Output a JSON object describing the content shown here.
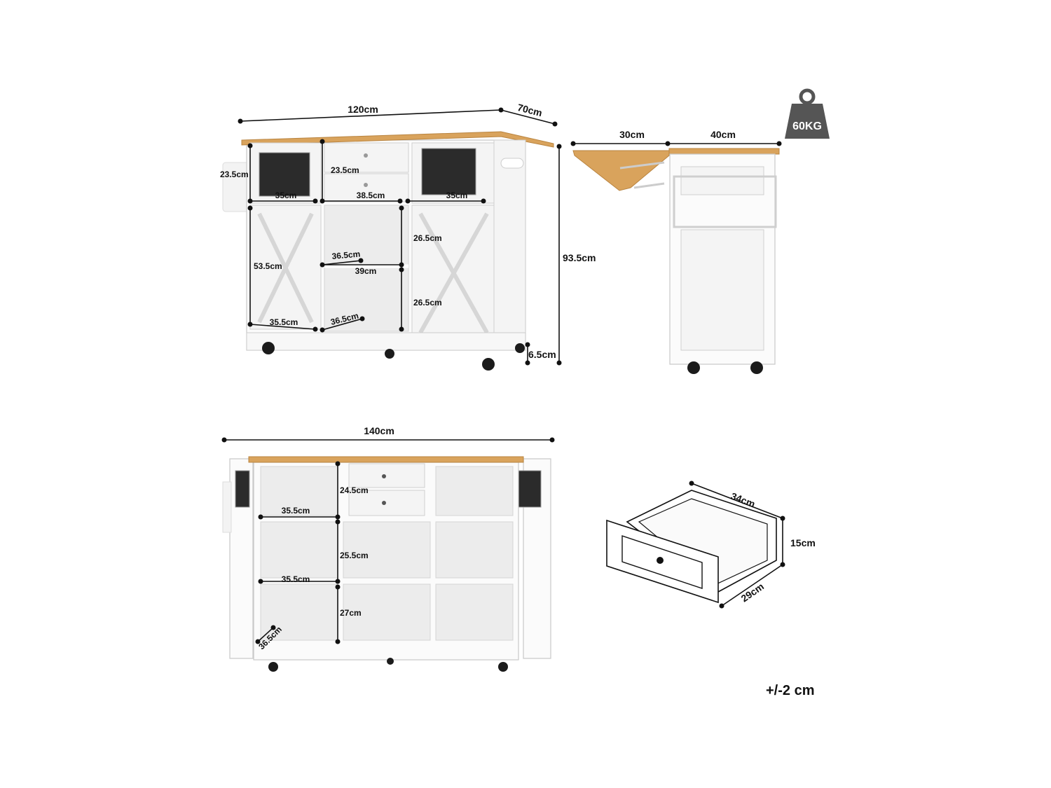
{
  "front_view": {
    "width": "120cm",
    "depth": "70cm",
    "height": "93.5cm",
    "top_cabinet_height": "23.5cm",
    "drawer_height": "23.5cm",
    "top_left_width": "35cm",
    "drawer_width": "38.5cm",
    "top_right_width": "35cm",
    "right_upper_height": "26.5cm",
    "shelf_depth_upper": "36.5cm",
    "shelf_width": "39cm",
    "left_door_height": "53.5cm",
    "right_lower_height": "26.5cm",
    "left_door_width": "35.5cm",
    "shelf_depth_lower": "36.5cm",
    "wheel_height": "6.5cm"
  },
  "side_view": {
    "flap_width": "30cm",
    "body_depth": "40cm"
  },
  "weight_badge": {
    "icon": "weight-icon",
    "label": "60KG",
    "color": "#555555"
  },
  "open_view": {
    "extended_width": "140cm",
    "drawer_height": "24.5cm",
    "upper_shelf_width": "35.5cm",
    "middle_height": "25.5cm",
    "lower_shelf_width": "35.5cm",
    "lower_height": "27cm",
    "depth": "36.5cm"
  },
  "drawer_view": {
    "depth": "34cm",
    "height": "15cm",
    "width": "29cm"
  },
  "tolerance": "+/-2 cm",
  "colors": {
    "countertop": "#d9a35c",
    "mesh": "#2b2b2b",
    "cabinet": "#fbfbfb"
  }
}
